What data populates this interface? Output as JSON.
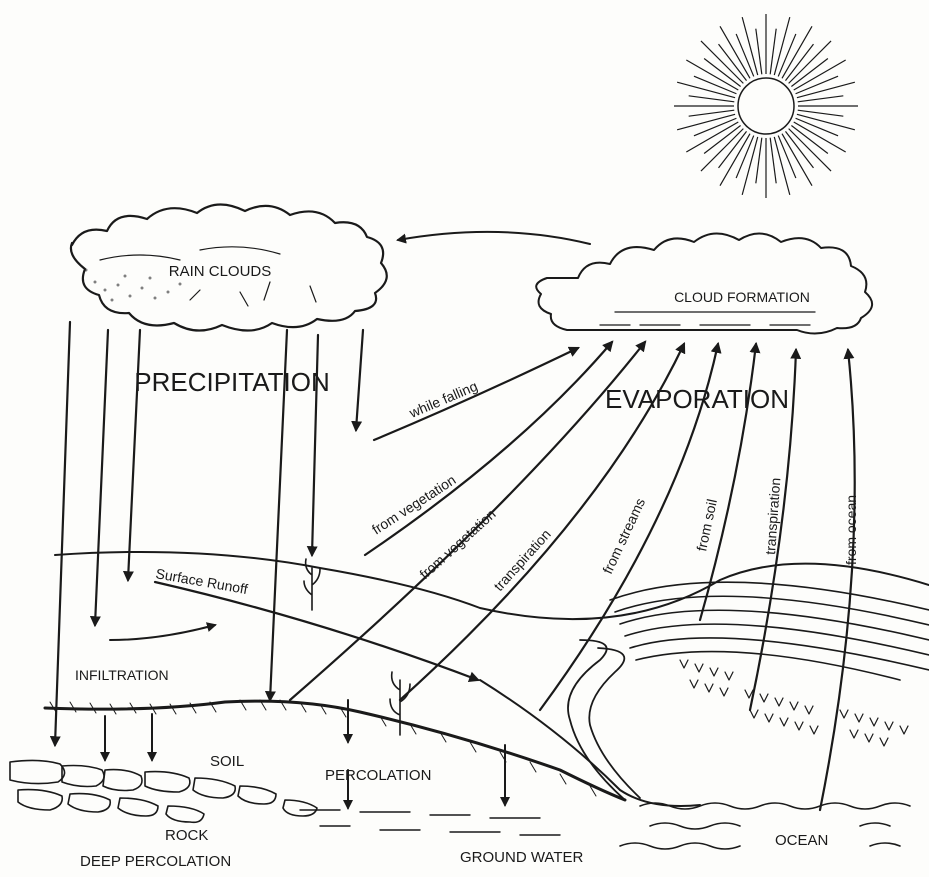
{
  "labels": {
    "rain_clouds": "RAIN CLOUDS",
    "cloud_formation": "CLOUD FORMATION",
    "precipitation": "PRECIPITATION",
    "evaporation": "EVAPORATION",
    "while_falling": "while falling",
    "from_vegetation_1": "from vegetation",
    "from_vegetation_2": "from vegetation",
    "transpiration_1": "transpiration",
    "from_streams": "from streams",
    "from_soil": "from soil",
    "transpiration_2": "transpiration",
    "from_ocean": "from ocean",
    "surface_runoff": "Surface Runoff",
    "infiltration": "INFILTRATION",
    "soil": "SOIL",
    "percolation": "PERCOLATION",
    "rock": "ROCK",
    "deep_percolation": "DEEP PERCOLATION",
    "ground_water": "GROUND WATER",
    "ocean": "OCEAN"
  },
  "colors": {
    "ink": "#1a1a1a",
    "paper": "#fdfdfb"
  }
}
